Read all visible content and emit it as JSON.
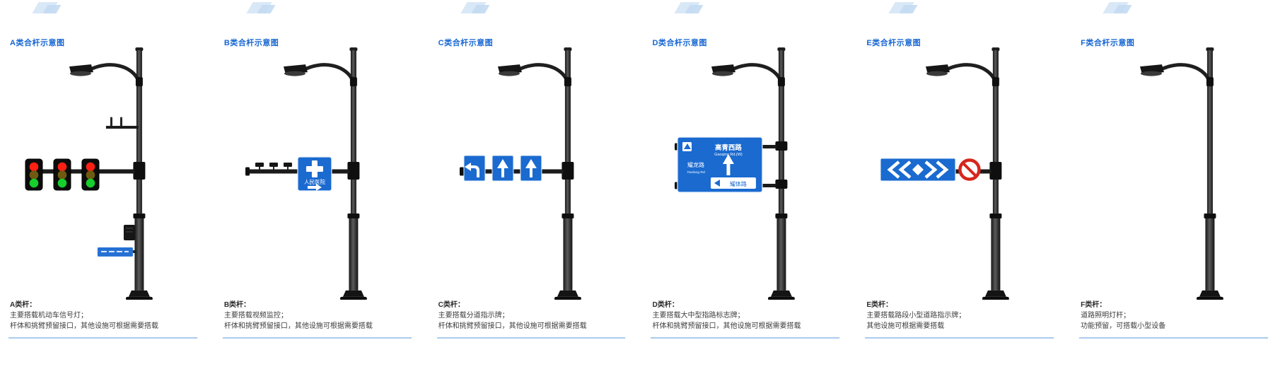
{
  "page": {
    "background": "#ffffff",
    "accent_blue": "#1666d2",
    "sign_blue": "#1a6ad0",
    "underline_color": "#a9cbec",
    "prohibition_red": "#d6261c",
    "signal_red": "#ff2014",
    "signal_green": "#17cf2c"
  },
  "columns": [
    {
      "title": "A类合杆示意图",
      "label": "A类杆：",
      "desc_lines": [
        "主要搭载机动车信号灯；",
        "杆体和挑臂预留接口，其他设施可根据需要搭载"
      ]
    },
    {
      "title": "B类合杆示意图",
      "label": "B类杆：",
      "desc_lines": [
        "主要搭载视频监控；",
        "杆体和挑臂预留接口，其他设施可根据需要搭载"
      ],
      "sign": {
        "hospital_name": "人民医院"
      }
    },
    {
      "title": "C类合杆示意图",
      "label": "C类杆：",
      "desc_lines": [
        "主要搭载分道指示牌；",
        "杆体和挑臂预留接口，其他设施可根据需要搭载"
      ]
    },
    {
      "title": "D类合杆示意图",
      "label": "D类杆：",
      "desc_lines": [
        "主要搭载大中型指路标志牌；",
        "杆体和挑臂预留接口，其他设施可根据需要搭载"
      ],
      "sign": {
        "road_top": "高青西路",
        "road_top_en": "Gaoqing Rd.(W)",
        "road_left": "耀龙路",
        "road_left_en": "Yaolong Rd",
        "road_bottom": "耀体路"
      }
    },
    {
      "title": "E类合杆示意图",
      "label": "E类杆：",
      "desc_lines": [
        "主要搭载路段小型道路指示牌；",
        "其他设施可根据需要搭载"
      ]
    },
    {
      "title": "F类合杆示意图",
      "label": "F类杆：",
      "desc_lines": [
        "道路照明灯杆；",
        "功能预留，可搭载小型设备"
      ]
    }
  ]
}
